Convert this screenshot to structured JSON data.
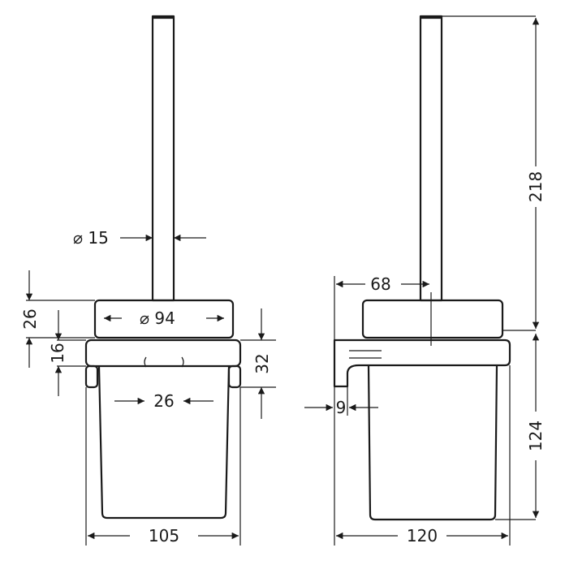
{
  "drawing": {
    "front_view": {
      "brush_diameter": "⌀ 15",
      "holder_diameter": "⌀ 94",
      "lid_height": "26",
      "rim_height": "16",
      "cup_offset": "32",
      "slot_spacing": "26",
      "total_width": "105"
    },
    "side_view": {
      "handle_height": "218",
      "brush_offset": "68",
      "wall_gap": "9",
      "cup_height": "124",
      "total_depth": "120"
    }
  }
}
